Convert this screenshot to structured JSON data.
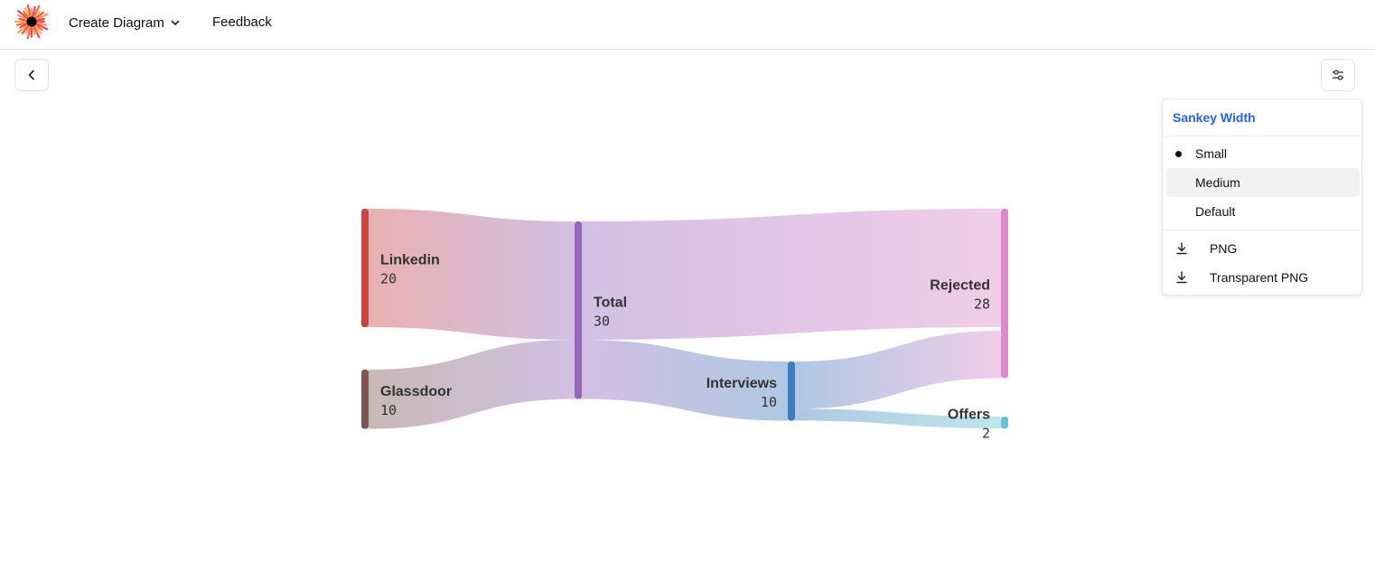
{
  "header": {
    "create_label": "Create Diagram",
    "feedback_label": "Feedback"
  },
  "settings_menu": {
    "title": "Sankey Width",
    "width_options": [
      {
        "label": "Small",
        "selected": true
      },
      {
        "label": "Medium",
        "selected": false,
        "hovered": true
      },
      {
        "label": "Default",
        "selected": false
      }
    ],
    "downloads": [
      {
        "label": "PNG",
        "icon": "download-icon"
      },
      {
        "label": "Transparent PNG",
        "icon": "download-icon"
      }
    ],
    "accent_color": "#2563eb"
  },
  "chart_data": {
    "type": "sankey",
    "nodes": [
      {
        "id": "linkedin",
        "name": "Linkedin",
        "value": "20",
        "color": "#c94545"
      },
      {
        "id": "glassdoor",
        "name": "Glassdoor",
        "value": "10",
        "color": "#7d5750"
      },
      {
        "id": "total",
        "name": "Total",
        "value": "30",
        "color": "#9467bd"
      },
      {
        "id": "interviews",
        "name": "Interviews",
        "value": "10",
        "color": "#3f7bbd"
      },
      {
        "id": "rejected",
        "name": "Rejected",
        "value": "28",
        "color": "#dd88c8"
      },
      {
        "id": "offers",
        "name": "Offers",
        "value": "2",
        "color": "#66c2d2"
      }
    ],
    "links": [
      {
        "source": "linkedin",
        "target": "total",
        "value": 20
      },
      {
        "source": "glassdoor",
        "target": "total",
        "value": 10
      },
      {
        "source": "total",
        "target": "rejected",
        "value": 20
      },
      {
        "source": "total",
        "target": "interviews",
        "value": 10
      },
      {
        "source": "interviews",
        "target": "rejected",
        "value": 8
      },
      {
        "source": "interviews",
        "target": "offers",
        "value": 2
      }
    ]
  }
}
